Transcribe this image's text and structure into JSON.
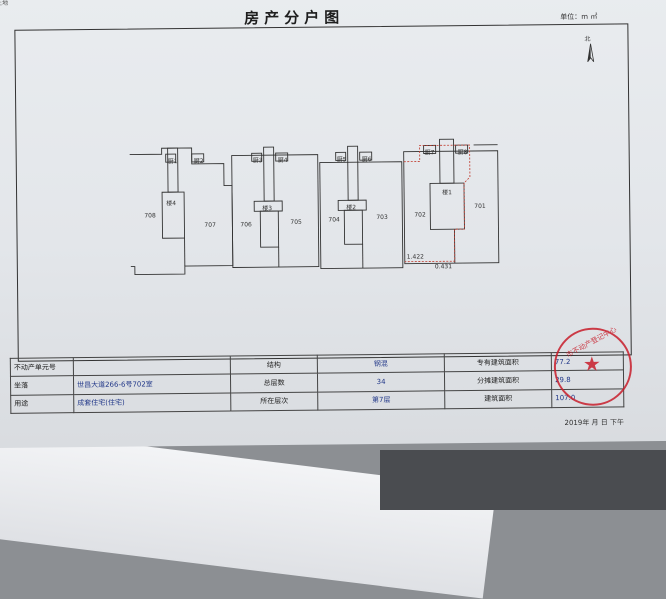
{
  "header": {
    "title": "房产分户图",
    "unit": "单位：m ㎡",
    "corner": "土地"
  },
  "compass": {
    "north_label": "北"
  },
  "floor_plan": {
    "rooms": [
      "708",
      "707",
      "706",
      "705",
      "704",
      "703",
      "702",
      "701"
    ],
    "rooms_top": [
      "厨1",
      "厨2",
      "厨3",
      "厨4",
      "厨5",
      "厨6",
      "厨7",
      "厨8"
    ],
    "stairs": [
      "楼4",
      "楼3",
      "楼2",
      "楼1"
    ],
    "dimensions": [
      "1.422",
      "0.431"
    ]
  },
  "info_table": {
    "rows": [
      {
        "label": "不动产单元号",
        "value": "",
        "k1": "结构",
        "v1": "钢混",
        "k2": "专有建筑面积",
        "v2": "77.2"
      },
      {
        "label": "坐落",
        "value": "世昌大道266-6号702室",
        "k1": "总层数",
        "v1": "34",
        "k2": "分摊建筑面积",
        "v2": "29.8"
      },
      {
        "label": "用途",
        "value": "成套住宅(住宅)",
        "k1": "所在层次",
        "v1": "第7层",
        "k2": "建筑面积",
        "v2": "107.0"
      }
    ]
  },
  "stamp": {
    "text": "市不动产登记中心"
  },
  "footer": {
    "date": "2019年  月  日  下午"
  },
  "colors": {
    "stamp_red": "#c81e2b",
    "ink_blue": "#243a8a",
    "line": "#333333"
  }
}
